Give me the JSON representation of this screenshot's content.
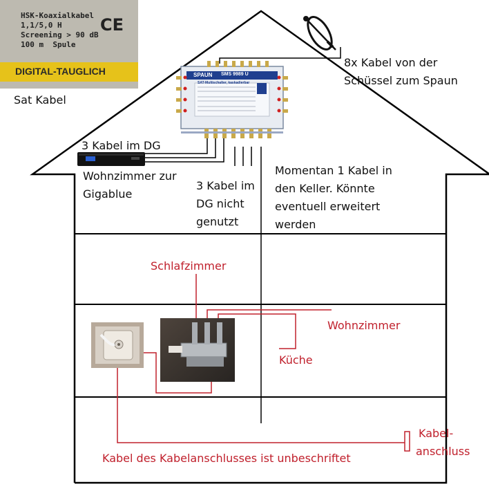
{
  "photo_cable": {
    "lines": [
      "HSK-Koaxialkabel",
      "1,1/5,0 H",
      "Screening > 90 dB",
      "100 m  Spule"
    ],
    "ce_mark": "CE",
    "band_text": "DIGITAL-TAUGLICH"
  },
  "multiswitch": {
    "brand": "SPAUN",
    "model": "SMS 9989 U",
    "desc": "SAT-Multischalter, kaskadierbar"
  },
  "labels": {
    "sat_kabel": "Sat Kabel",
    "dish_cables_1": "8x Kabel von der",
    "dish_cables_2": "Schüssel zum Spaun",
    "dg_cables": "3 Kabel im DG",
    "wohnzimmer_1": "Wohnzimmer zur",
    "wohnzimmer_2": "Gigablue",
    "unused_1": "3 Kabel im",
    "unused_2": "DG nicht",
    "unused_3": "genutzt",
    "keller_1": "Momentan 1 Kabel in",
    "keller_2": "den Keller. Könnte",
    "keller_3": "eventuell erweitert",
    "keller_4": "werden",
    "schlafzimmer": "Schlafzimmer",
    "wohnzimmer_red": "Wohnzimmer",
    "kueche": "Küche",
    "kabel_1": "Kabel-",
    "kabel_2": "anschluss",
    "unbeschriftet": "Kabel des Kabelanschlusses ist unbeschriftet"
  },
  "colors": {
    "house_line": "#000000",
    "red_annotation": "#c0202c"
  }
}
